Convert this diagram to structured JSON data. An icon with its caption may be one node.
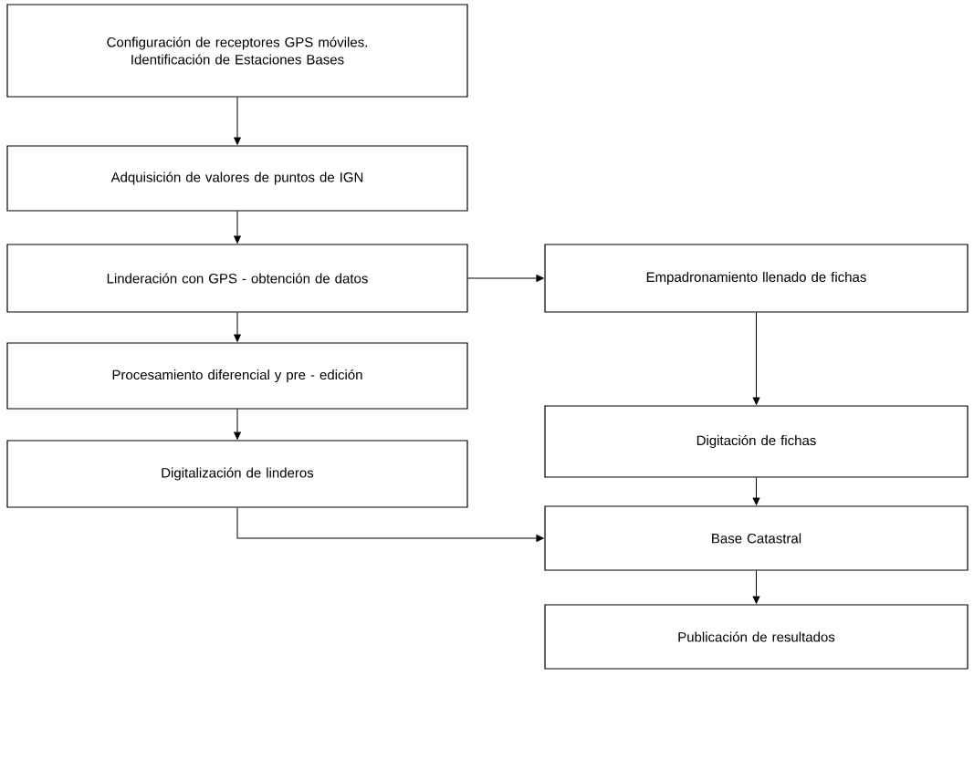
{
  "diagram": {
    "nodes": [
      {
        "text": [
          "Configuración de receptores GPS móviles. Identificación de Estaciones Bases"
        ]
      },
      {
        "text": [
          "Adquisición de valores de puntos de IGN"
        ]
      },
      {
        "text": [
          "Linderación con GPS - obtención de datos"
        ]
      },
      {
        "text": [
          "Empadronamiento llenado de fichas"
        ]
      },
      {
        "text": [
          "Procesamiento diferencial y pre - edición"
        ]
      },
      {
        "text": [
          "Digitalización de linderos"
        ]
      },
      {
        "text": [
          "Digitación de fichas"
        ]
      },
      {
        "text": [
          "Base Catastral"
        ]
      },
      {
        "text": [
          "Publicación de resultados"
        ]
      }
    ],
    "edges": [
      {
        "from": 0,
        "to": 1,
        "arrow": "to"
      },
      {
        "from": 1,
        "to": 2,
        "arrow": "to"
      },
      {
        "from": 2,
        "to": 3,
        "arrow": "to"
      },
      {
        "from": 2,
        "to": 4,
        "arrow": "to"
      },
      {
        "from": 4,
        "to": 5,
        "arrow": "to"
      },
      {
        "from": 3,
        "to": 6,
        "arrow": "to"
      },
      {
        "from": 5,
        "to": 7,
        "arrow": "to"
      },
      {
        "from": 6,
        "to": 7,
        "arrow": "to"
      },
      {
        "from": 7,
        "to": 8,
        "arrow": "to"
      }
    ]
  }
}
